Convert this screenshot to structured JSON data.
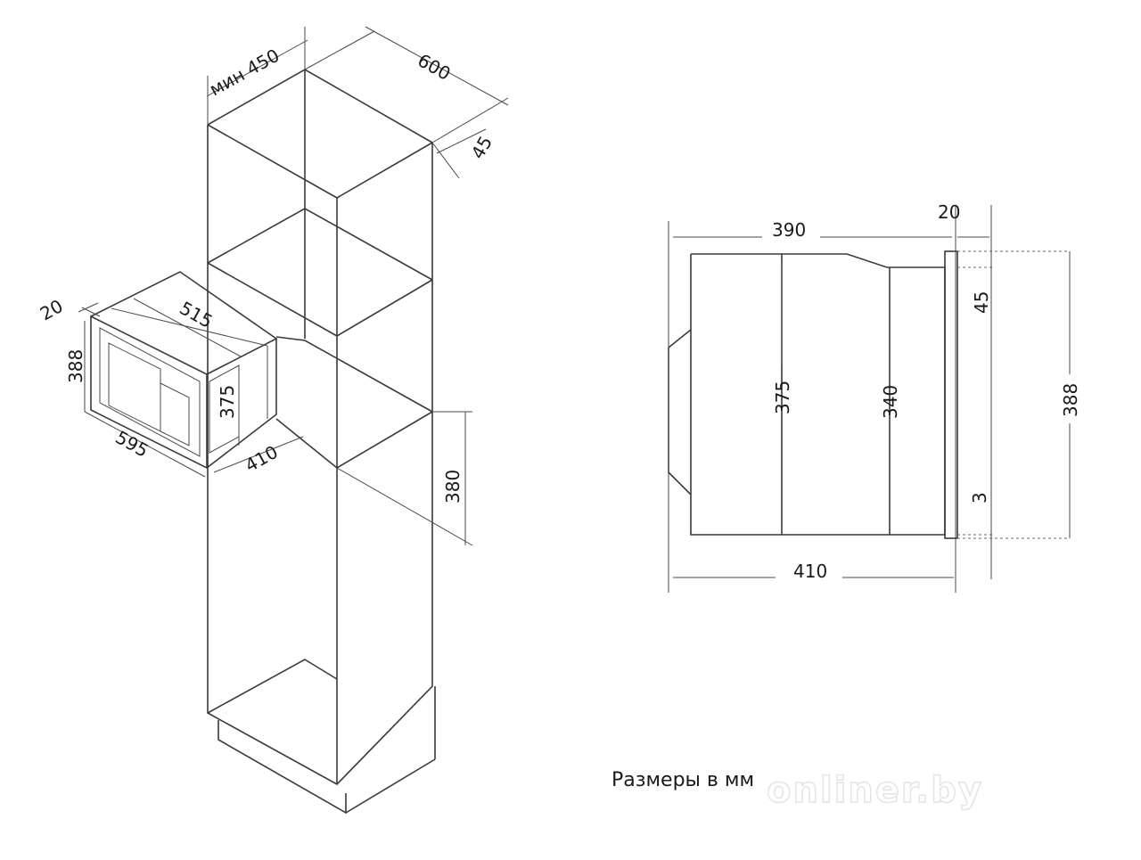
{
  "left_view": {
    "cabinet_labels": {
      "min_width": "мин 450",
      "depth": "600",
      "gap": "45",
      "niche_height": "380"
    },
    "oven_labels": {
      "frame": "20",
      "height": "388",
      "inner_width": "515",
      "body_height": "375",
      "width": "595",
      "depth": "410"
    }
  },
  "right_view": {
    "labels": {
      "top_depth": "390",
      "frame": "20",
      "offset_top": "45",
      "body_height": "375",
      "inner_height": "340",
      "total_height": "388",
      "offset_bottom": "3",
      "total_depth": "410"
    }
  },
  "caption": "Размеры в мм",
  "watermark": "onliner.by"
}
